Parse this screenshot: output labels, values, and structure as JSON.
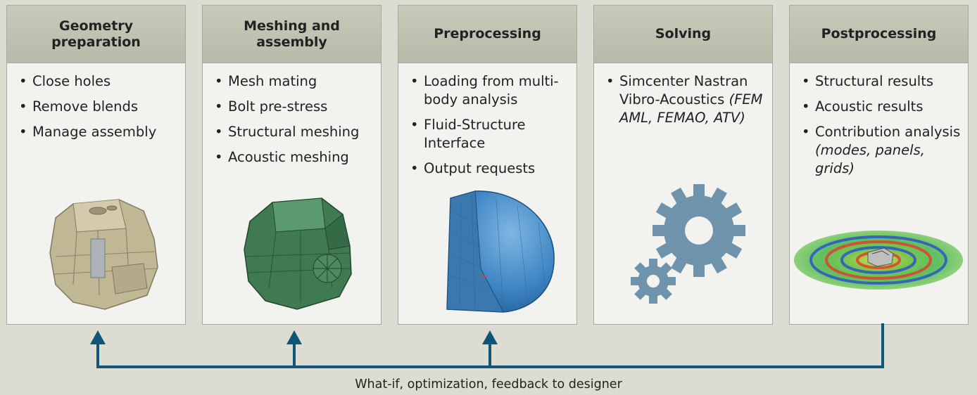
{
  "columns": [
    {
      "title": "Geometry preparation",
      "items": [
        {
          "text": "Close holes"
        },
        {
          "text": "Remove blends"
        },
        {
          "text": "Manage assembly"
        }
      ],
      "illustration": "translucent-housing-model",
      "color": "#8a7d55"
    },
    {
      "title": "Meshing and assembly",
      "items": [
        {
          "text": "Mesh mating"
        },
        {
          "text": "Bolt pre-stress"
        },
        {
          "text": "Structural meshing"
        },
        {
          "text": "Acoustic meshing"
        }
      ],
      "illustration": "meshed-housing-model",
      "color": "#3f7a52"
    },
    {
      "title": "Preprocessing",
      "items": [
        {
          "text": "Loading from multi-body analysis"
        },
        {
          "text": "Fluid-Structure Interface"
        },
        {
          "text": "Output requests"
        }
      ],
      "illustration": "acoustic-mesh-dome",
      "color": "#3f86c4"
    },
    {
      "title": "Solving",
      "items": [
        {
          "text": "Simcenter Nastran Vibro-Acoustics",
          "italic": "(FEM AML, FEMAO, ATV)"
        }
      ],
      "illustration": "gears-icon",
      "color": "#6e93ab"
    },
    {
      "title": "Postprocessing",
      "items": [
        {
          "text": "Structural results"
        },
        {
          "text": "Acoustic results"
        },
        {
          "text": "Contribution analysis",
          "italic": "(modes, panels, grids)"
        }
      ],
      "illustration": "acoustic-field-contour-plot",
      "color": "#e04a2a"
    }
  ],
  "feedback": {
    "label": "What-if, optimization, feedback to designer",
    "color": "#0f5575"
  },
  "colors": {
    "background": "#dcdcd2",
    "header": "#c2c2b3",
    "body": "#f2f2ee",
    "border": "#a9a99c"
  }
}
